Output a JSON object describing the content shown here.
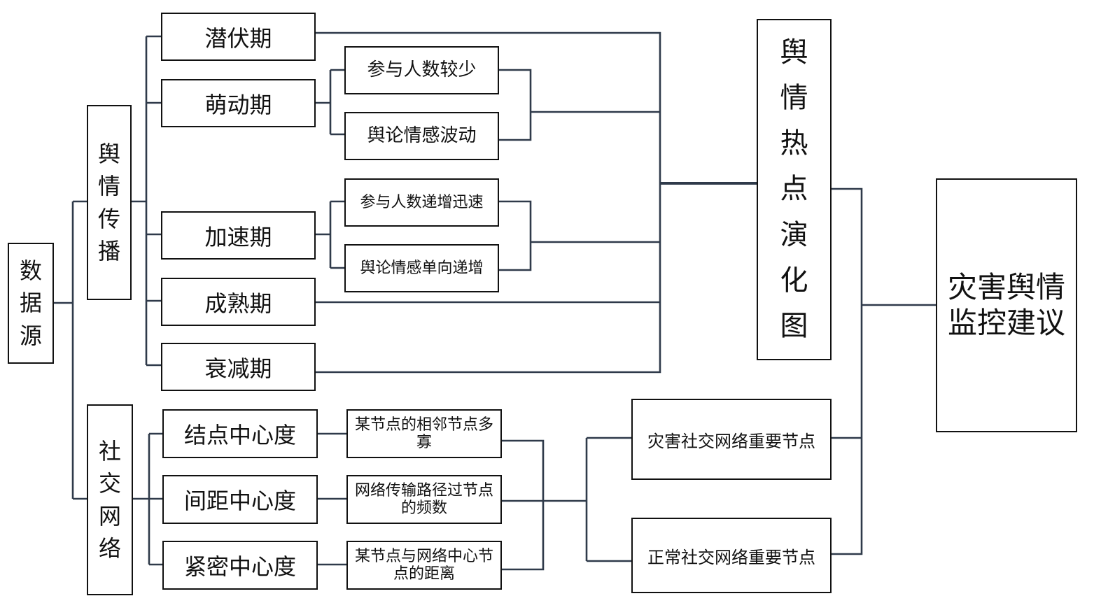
{
  "root": "数据源",
  "branch_spread": "舆情传播",
  "branch_network": "社交网络",
  "stages": {
    "latent": "潜伏期",
    "budding": "萌动期",
    "accelerating": "加速期",
    "mature": "成熟期",
    "declining": "衰减期"
  },
  "budding_details": {
    "few_participants": "参与人数较少",
    "sentiment_fluctuation": "舆论情感波动"
  },
  "accelerating_details": {
    "rapid_growth": "参与人数递增迅速",
    "one_way_sentiment": "舆论情感单向递增"
  },
  "centralities": {
    "degree": "结点中心度",
    "betweenness": "间距中心度",
    "closeness": "紧密中心度"
  },
  "centrality_details": {
    "degree": "某节点的相邻节点多寡",
    "betweenness": "网络传输路径过节点的频数",
    "closeness": "某节点与网络中心节点的距离"
  },
  "hotspot_map": "舆情热点演化图",
  "key_nodes": {
    "disaster": "灾害社交网络重要节点",
    "normal": "正常社交网络重要节点"
  },
  "final": "灾害舆情监控建议",
  "colors": {
    "box_border": "#111111",
    "connector": "#2f3a4a"
  }
}
